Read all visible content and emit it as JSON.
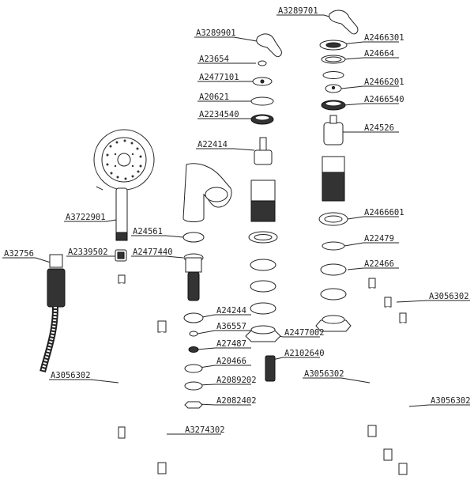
{
  "parts": {
    "p01": "A3289701",
    "p02": "A3289901",
    "p03": "A2466301",
    "p04": "A24664",
    "p05": "A23654",
    "p06": "A2477101",
    "p07": "A2466201",
    "p08": "A20621",
    "p09": "A2466540",
    "p10": "A2234540",
    "p11": "A24526",
    "p12": "A22414",
    "p13": "A3722901",
    "p14": "A2466601",
    "p15": "A24561",
    "p16": "A22479",
    "p17": "A32756",
    "p18": "A2339502",
    "p19": "A2477440",
    "p20": "A22466",
    "p21": "A3056302",
    "p22": "A24244",
    "p23": "A36557",
    "p24": "A2477002",
    "p25": "A27487",
    "p26": "A2102640",
    "p27": "A20466",
    "p28": "A3056302",
    "p29": "A3056302",
    "p30": "A2089202",
    "p31": "A3056302",
    "p32": "A2082402",
    "p33": "A3274302"
  }
}
